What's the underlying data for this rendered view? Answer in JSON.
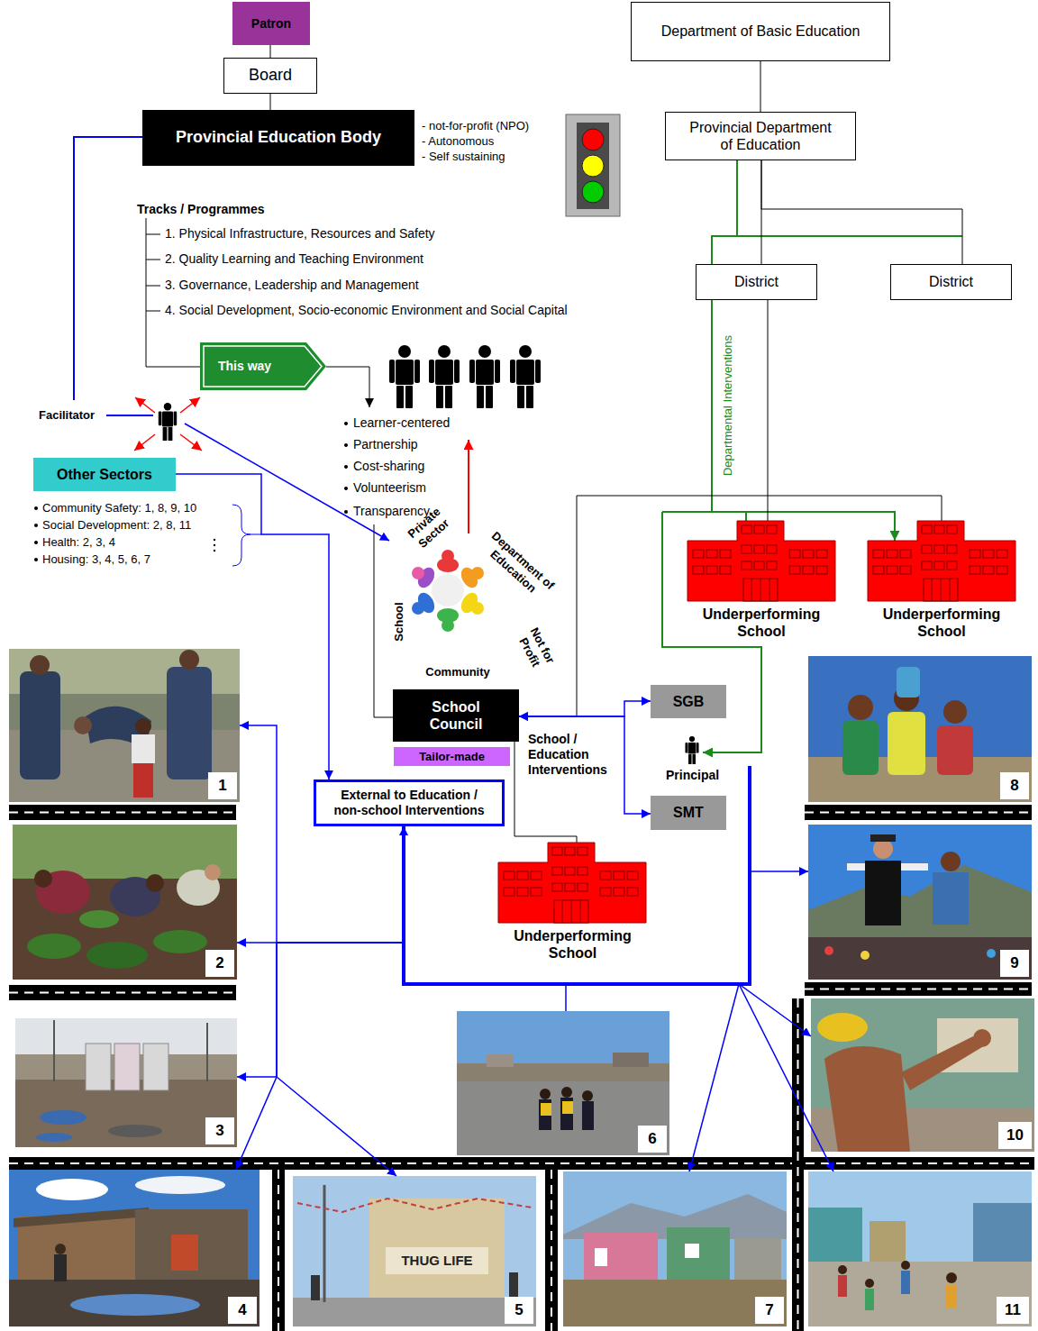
{
  "diagram": {
    "nodes": [
      {
        "text": [
          "Patron"
        ]
      },
      {
        "text": [
          "Board"
        ]
      },
      {
        "text": [
          "Provincial Education Body"
        ]
      },
      {
        "text": [
          "Department of Basic Education"
        ]
      },
      {
        "text": [
          "Provincial Department of Education"
        ]
      },
      {
        "text": [
          "District"
        ]
      },
      {
        "text": [
          "District"
        ]
      },
      {
        "text": [
          "This way"
        ]
      },
      {
        "text": [
          "Other Sectors"
        ]
      },
      {
        "text": [
          "School Council"
        ]
      },
      {
        "text": [
          "Tailor-made"
        ]
      },
      {
        "text": [
          "External to Education / non-school Interventions"
        ]
      },
      {
        "text": [
          "SGB"
        ]
      },
      {
        "text": [
          "SMT"
        ]
      },
      {
        "text": [
          "Underperforming School"
        ]
      },
      {
        "text": [
          "Underperforming School"
        ]
      },
      {
        "text": [
          "Underperforming School"
        ]
      },
      {
        "text": [
          "1"
        ]
      },
      {
        "text": [
          "2"
        ]
      },
      {
        "text": [
          "3"
        ]
      },
      {
        "text": [
          "4"
        ]
      },
      {
        "text": [
          "5"
        ]
      },
      {
        "text": [
          "6"
        ]
      },
      {
        "text": [
          "7"
        ]
      },
      {
        "text": [
          "8"
        ]
      },
      {
        "text": [
          "9"
        ]
      },
      {
        "text": [
          "10"
        ]
      },
      {
        "text": [
          "11"
        ]
      }
    ],
    "edges": [
      {
        "from": 0,
        "to": 1,
        "arrow": "none"
      },
      {
        "from": 1,
        "to": 2,
        "arrow": "none"
      },
      {
        "from": 3,
        "to": 4,
        "arrow": "none"
      },
      {
        "from": 4,
        "to": 5,
        "arrow": "none"
      },
      {
        "from": 4,
        "to": 6,
        "arrow": "none"
      },
      {
        "from": 4,
        "to": 14,
        "label": "Departmental Interventions",
        "arrow": "to"
      },
      {
        "from": 4,
        "to": 15,
        "arrow": "to"
      },
      {
        "from": 5,
        "to": 14,
        "arrow": "none"
      },
      {
        "from": 9,
        "to": 15,
        "arrow": "none"
      },
      {
        "from": 9,
        "to": 12,
        "arrow": "both"
      },
      {
        "from": 9,
        "to": 13,
        "arrow": "both"
      },
      {
        "from": 9,
        "to": 16,
        "arrow": "none"
      },
      {
        "from": 8,
        "to": 11,
        "arrow": "to"
      },
      {
        "from": 11,
        "to": 17,
        "arrow": "to"
      },
      {
        "from": 11,
        "to": 18,
        "arrow": "to"
      },
      {
        "from": 11,
        "to": 19,
        "arrow": "to"
      },
      {
        "from": 11,
        "to": 20,
        "arrow": "to"
      },
      {
        "from": 11,
        "to": 21,
        "arrow": "to"
      },
      {
        "from": 22,
        "to": 11,
        "arrow": "to"
      },
      {
        "from": 11,
        "to": 23,
        "arrow": "to"
      },
      {
        "from": 11,
        "to": 25,
        "arrow": "to"
      },
      {
        "from": 11,
        "to": 26,
        "arrow": "to"
      },
      {
        "from": 11,
        "to": 27,
        "arrow": "to"
      }
    ],
    "labels": [
      "- not-for-profit (NPO)",
      "- Autonomous",
      "- Self sustaining",
      "Tracks / Programmes",
      "1. Physical Infrastructure, Resources and Safety",
      "2. Quality Learning and Teaching Environment",
      "3. Governance, Leadership and Management",
      "4. Social Development, Socio-economic Environment and Social Capital",
      "Learner-centered",
      "Partnership",
      "Cost-sharing",
      "Volunteerism",
      "Transparency",
      "Facilitator",
      "Community Safety: 1, 8, 9, 10",
      "Social Development: 2, 8, 11",
      "Health: 2, 3, 4",
      "Housing: 3, 4, 5, 6, 7",
      "Private Sector",
      "Department of Education",
      "Not for Profit",
      "School",
      "Community",
      "School / Education Interventions",
      "Principal",
      "THUG LIFE"
    ]
  }
}
